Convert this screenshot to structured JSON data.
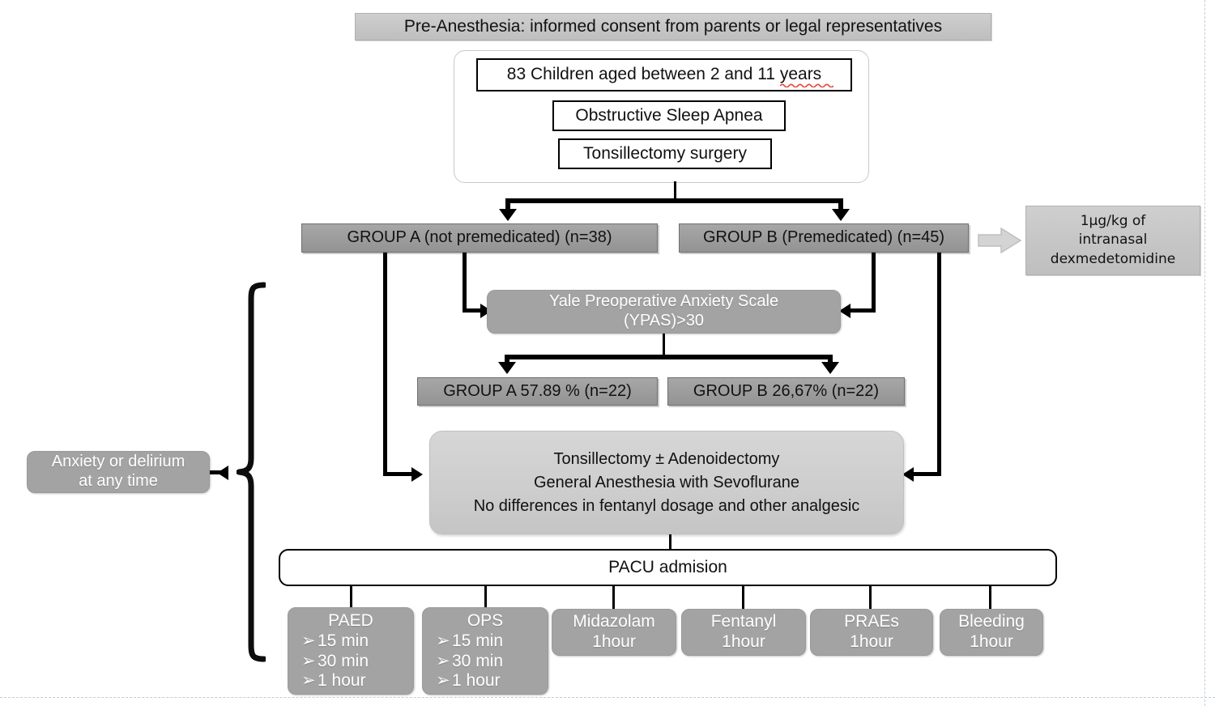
{
  "diagram": {
    "title": "Pediatric tonsillectomy premedication study flowchart",
    "header_banner": "Pre-Anesthesia: informed consent from parents or legal representatives",
    "population": {
      "line1": "83 Children aged between 2 and 11 years",
      "line2": "Obstructive Sleep Apnea",
      "line3": "Tonsillectomy surgery"
    },
    "groups": {
      "group_a": "GROUP A (not premedicated) (n=38)",
      "group_b": "GROUP B (Premedicated) (n=45)"
    },
    "intervention_note": "1µg/kg of\nintranasal\ndexmedetomidine",
    "anxiety_scale": "Yale Preoperative Anxiety Scale\n(YPAS)>30",
    "anxiety_results": {
      "group_a": "GROUP A 57.89 % (n=22)",
      "group_b": "GROUP B 26,67% (n=22)"
    },
    "surgery_block": "Tonsillectomy ± Adenoidectomy\nGeneral Anesthesia with Sevoflurane\nNo differences in fentanyl dosage and other analgesic",
    "side_note": "Anxiety or delirium\nat any time",
    "pacu": "PACU admision",
    "outcomes": [
      {
        "name": "PAED",
        "items": [
          "15 min",
          "30 min",
          "1 hour"
        ],
        "bullet": "➢"
      },
      {
        "name": "OPS",
        "items": [
          "15 min",
          "30 min",
          "1 hour"
        ],
        "bullet": "➢"
      },
      {
        "name": "Midazolam",
        "timing": "1hour"
      },
      {
        "name": "Fentanyl",
        "timing": "1hour"
      },
      {
        "name": "PRAEs",
        "timing": "1hour"
      },
      {
        "name": "Bleeding",
        "timing": "1hour"
      }
    ],
    "colors": {
      "banner_gray": "#c6c6c6",
      "group_gray": "#9c9c9c",
      "scale_gray": "#a3a3a3",
      "surgery_gray": "#cdcdcd",
      "outcome_gray": "#a3a3a3",
      "connector_black": "#000000",
      "block_arrow_gray": "#d2d2d2",
      "text_dark": "#111111",
      "text_light": "#ffffff"
    }
  }
}
